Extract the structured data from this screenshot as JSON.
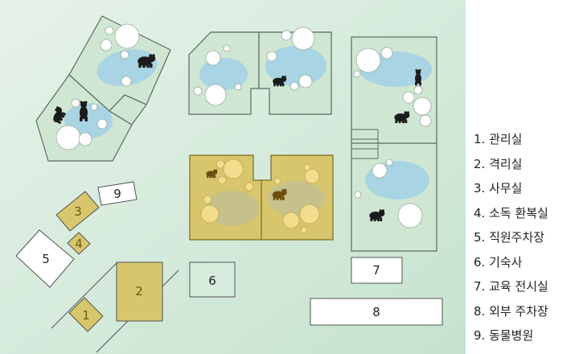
{
  "legend": [
    "1. 관리실",
    "2. 격리실",
    "3. 사무실",
    "4. 소독 환복실",
    "5. 직원주차장",
    "6. 기숙사",
    "7. 교육 전시실",
    "8. 외부 주차장",
    "9. 동물병원"
  ],
  "buildings": {
    "b1": "1",
    "b2": "2",
    "b3": "3",
    "b4": "4",
    "b5": "5",
    "b6": "6",
    "b7": "7",
    "b8": "8",
    "b9": "9"
  },
  "colors": {
    "background": "#d8ecde",
    "enclosure": "#cfe6d3",
    "enclosure_stroke": "#5a6a60",
    "pond": "#a8d4e4",
    "gold_enclosure": "#d8c66c",
    "gold_pond": "#c6c08a",
    "gold_rock": "#f2dc8e",
    "gold_building": "#d8c66c",
    "bear_dark": "#1c1c1c",
    "bear_brown": "#6e4e10"
  },
  "icons": [
    "bear-icon",
    "rock-icon",
    "pond-icon"
  ]
}
